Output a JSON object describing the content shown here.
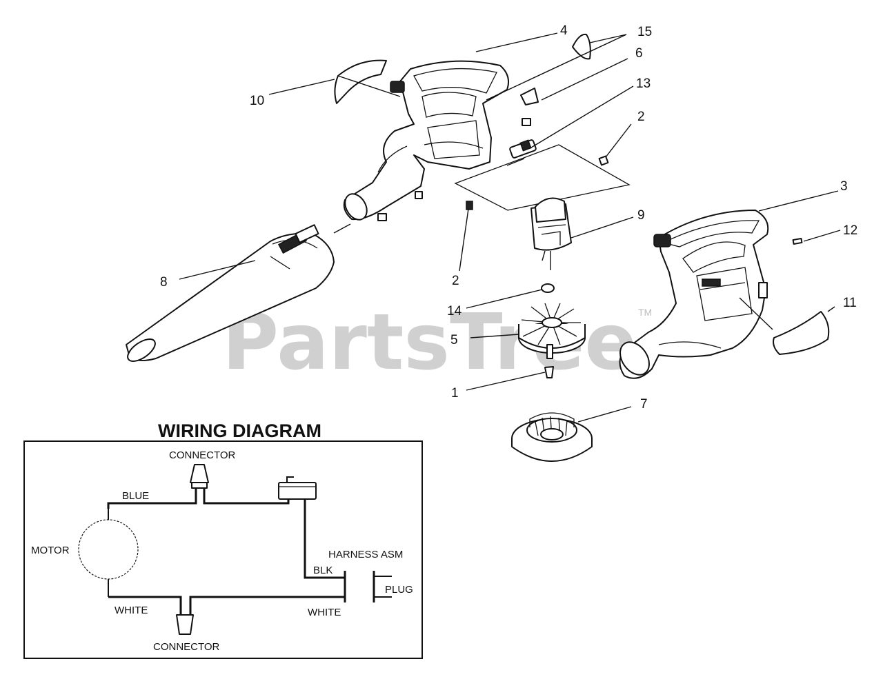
{
  "watermark": {
    "text": "PartsTree",
    "trademark": "TM"
  },
  "callouts": {
    "c1": "1",
    "c2a": "2",
    "c2b": "2",
    "c3": "3",
    "c4": "4",
    "c5": "5",
    "c6": "6",
    "c7": "7",
    "c8": "8",
    "c9": "9",
    "c10": "10",
    "c11": "11",
    "c12": "12",
    "c13": "13",
    "c14": "14",
    "c15": "15"
  },
  "wiring": {
    "title": "WIRING DIAGRAM",
    "connector_top": "CONNECTOR",
    "connector_bottom": "CONNECTOR",
    "blue": "BLUE",
    "motor": "MOTOR",
    "harness": "HARNESS ASM",
    "blk": "BLK",
    "plug": "PLUG",
    "white_left": "WHITE",
    "white_right": "WHITE"
  },
  "icons": [
    "blower-tube-icon",
    "housing-icon",
    "motor-icon",
    "impeller-icon",
    "intake-cover-icon",
    "switch-icon",
    "connector-icon",
    "plug-icon"
  ]
}
